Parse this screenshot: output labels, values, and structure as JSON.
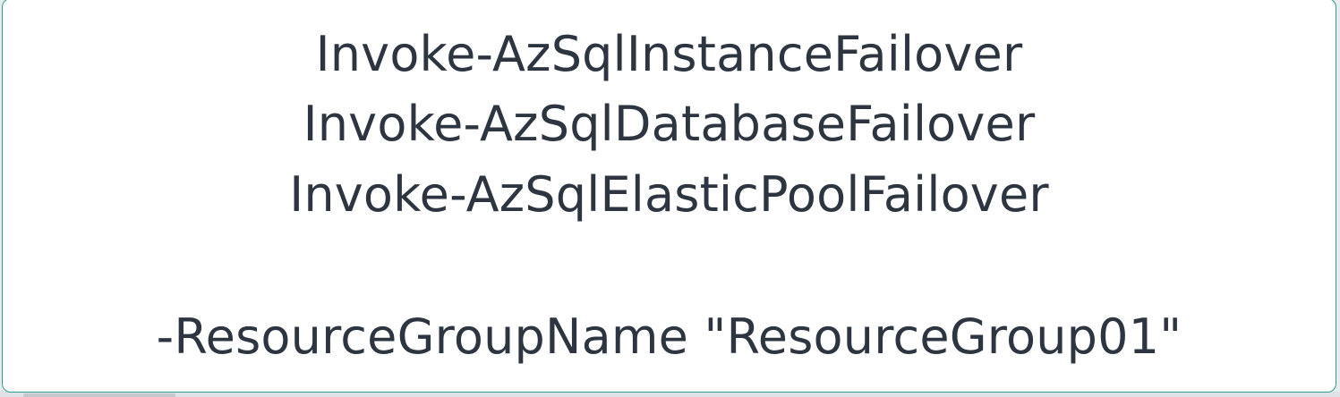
{
  "callout": {
    "commands": [
      "Invoke-AzSqlInstanceFailover",
      "Invoke-AzSqlDatabaseFailover",
      "Invoke-AzSqlElasticPoolFailover"
    ],
    "parameter": "-ResourceGroupName \"ResourceGroup01\""
  },
  "colors": {
    "border": "#2a9d8f",
    "text": "#2d3540",
    "background": "#ffffff"
  }
}
